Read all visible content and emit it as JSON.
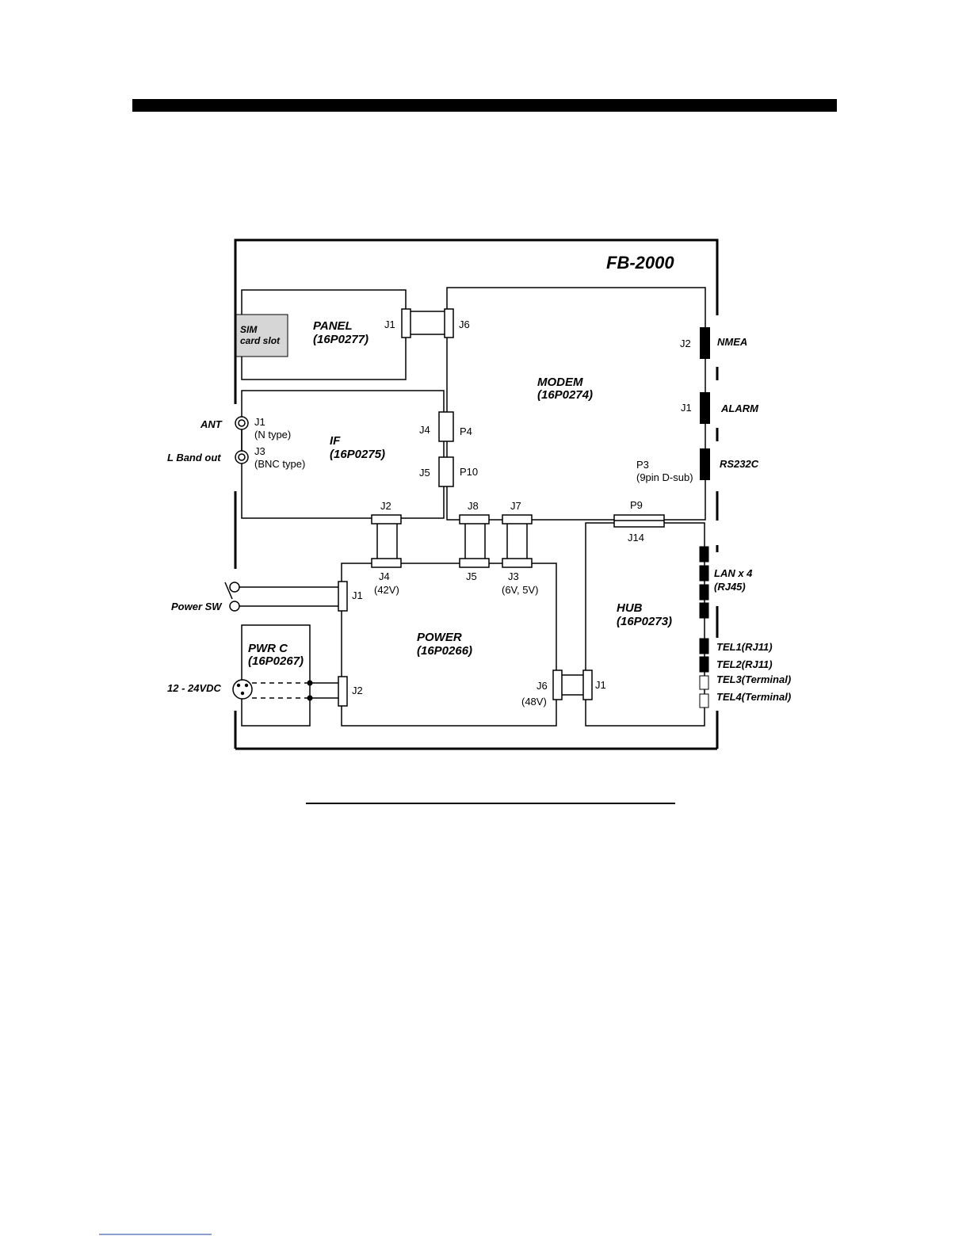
{
  "diagram": {
    "title": "FB-2000",
    "boards": {
      "panel": {
        "name": "PANEL",
        "code": "(16P0277)",
        "sim": [
          "SIM",
          "card slot"
        ]
      },
      "modem": {
        "name": "MODEM",
        "code": "(16P0274)"
      },
      "if": {
        "name": "IF",
        "code": "(16P0275)"
      },
      "power": {
        "name": "POWER",
        "code": "(16P0266)"
      },
      "hub": {
        "name": "HUB",
        "code": "(16P0273)"
      },
      "pwrc": {
        "name": "PWR C",
        "code": "(16P0267)"
      }
    },
    "connectors": {
      "panel_j1": "J1",
      "modem_j6": "J6",
      "modem_j2": "J2",
      "modem_j1": "J1",
      "modem_p3": [
        "P3",
        "(9pin D-sub)"
      ],
      "if_j1": [
        "J1",
        "(N type)"
      ],
      "if_j3": [
        "J3",
        "(BNC type)"
      ],
      "if_j4": "J4",
      "modem_p4": "P4",
      "if_j5": "J5",
      "modem_p10": "P10",
      "if_j2": "J2",
      "modem_j8": "J8",
      "modem_j7": "J7",
      "modem_p9": "P9",
      "hub_j14": "J14",
      "power_j4": [
        "J4",
        "(42V)"
      ],
      "power_j5": "J5",
      "power_j3": [
        "J3",
        "(6V, 5V)"
      ],
      "power_j1": "J1",
      "power_j2": "J2",
      "power_j6": [
        "J6",
        "(48V)"
      ],
      "hub_j1": "J1"
    },
    "external": {
      "ant": "ANT",
      "lband": "L Band out",
      "power_sw": "Power SW",
      "dc_in": "12 - 24VDC",
      "nmea": "NMEA",
      "alarm": "ALARM",
      "rs232c": "RS232C",
      "lan": [
        "LAN x 4",
        "(RJ45)"
      ],
      "tel1": "TEL1(RJ11)",
      "tel2": "TEL2(RJ11)",
      "tel3": "TEL3(Terminal)",
      "tel4": "TEL4(Terminal)"
    }
  }
}
